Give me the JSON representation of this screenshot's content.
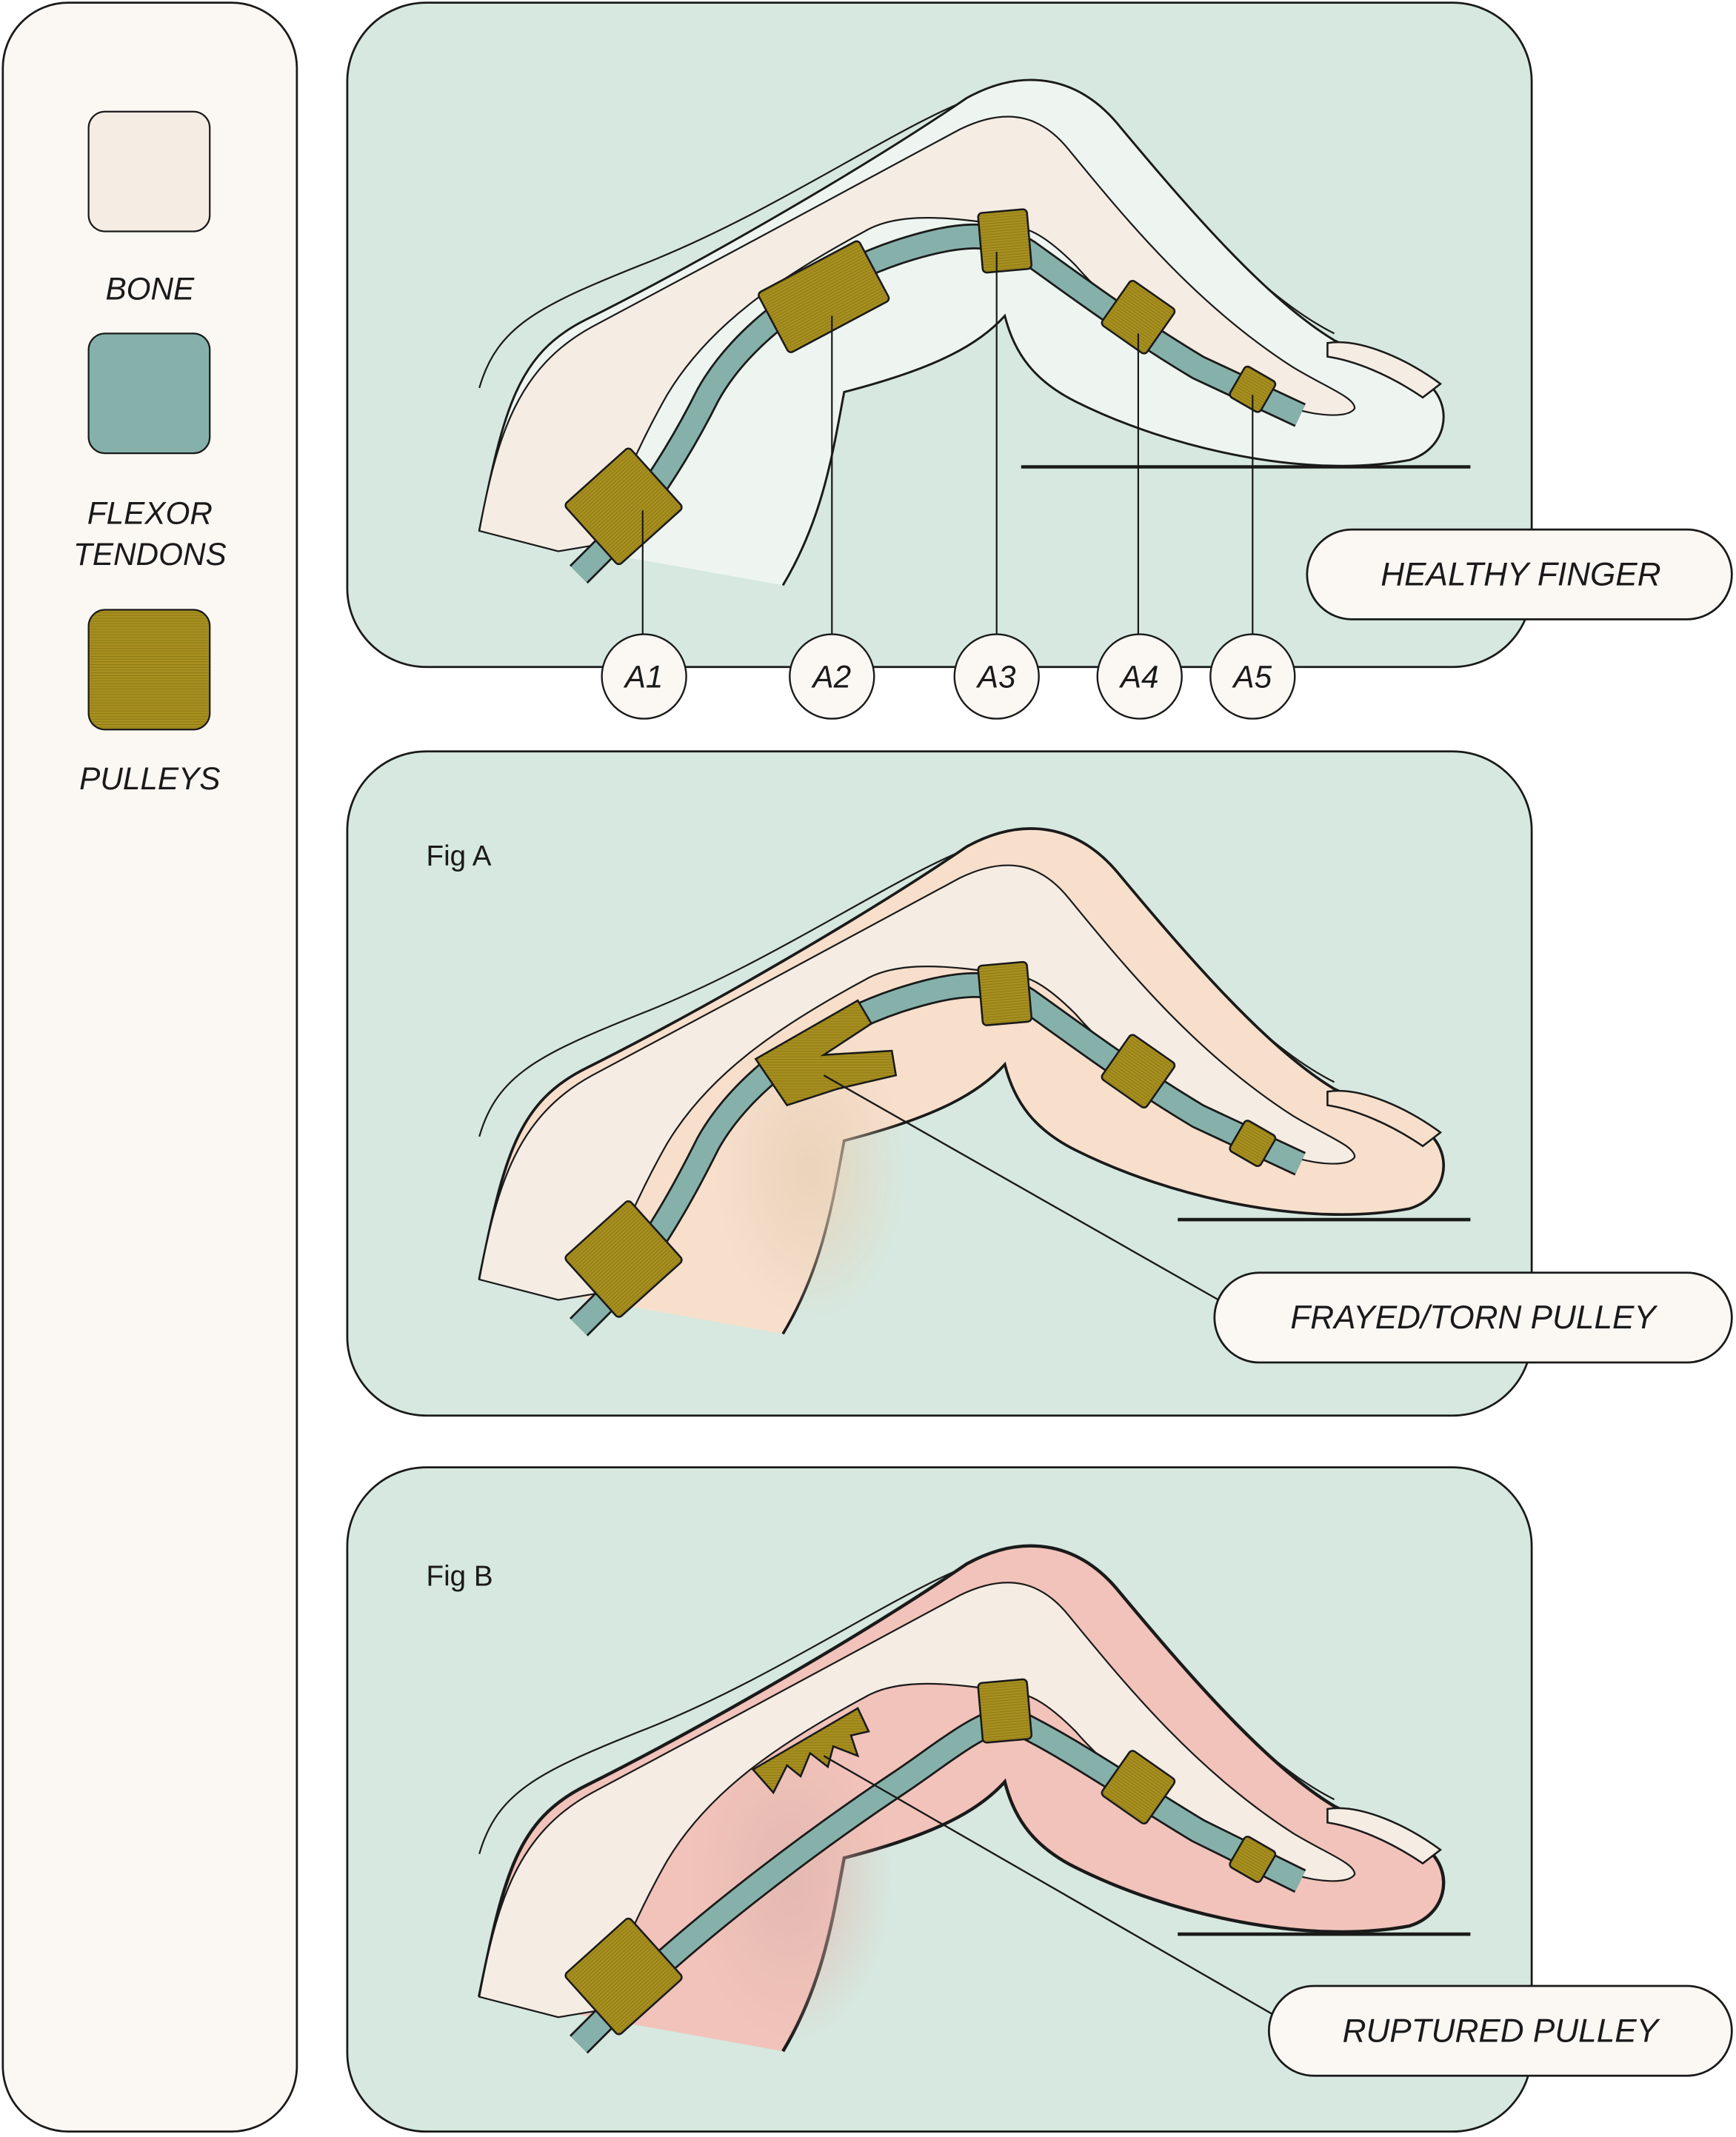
{
  "legend": {
    "items": [
      {
        "label": "BONE",
        "color": "#f5ece3"
      },
      {
        "label": "FLEXOR\nTENDONS",
        "color": "#86b1ab"
      },
      {
        "label": "PULLEYS",
        "color": "#a89020"
      }
    ]
  },
  "panels": [
    {
      "fig_label": "",
      "callout": "HEALTHY FINGER",
      "soft_tissue_color": "#eef5f1"
    },
    {
      "fig_label": "Fig A",
      "callout": "FRAYED/TORN PULLEY",
      "soft_tissue_color": "#f7dfcc"
    },
    {
      "fig_label": "Fig B",
      "callout": "RUPTURED PULLEY",
      "soft_tissue_color": "#f2c3bb"
    }
  ],
  "pulley_labels": [
    "A1",
    "A2",
    "A3",
    "A4",
    "A5"
  ],
  "colors": {
    "panel_bg": "#d6e8df",
    "sidebar_bg": "#fbf8f4",
    "bone": "#f5ece3",
    "tendon": "#86b1ab",
    "pulley": "#a89020",
    "outline": "#1a1a1a"
  }
}
